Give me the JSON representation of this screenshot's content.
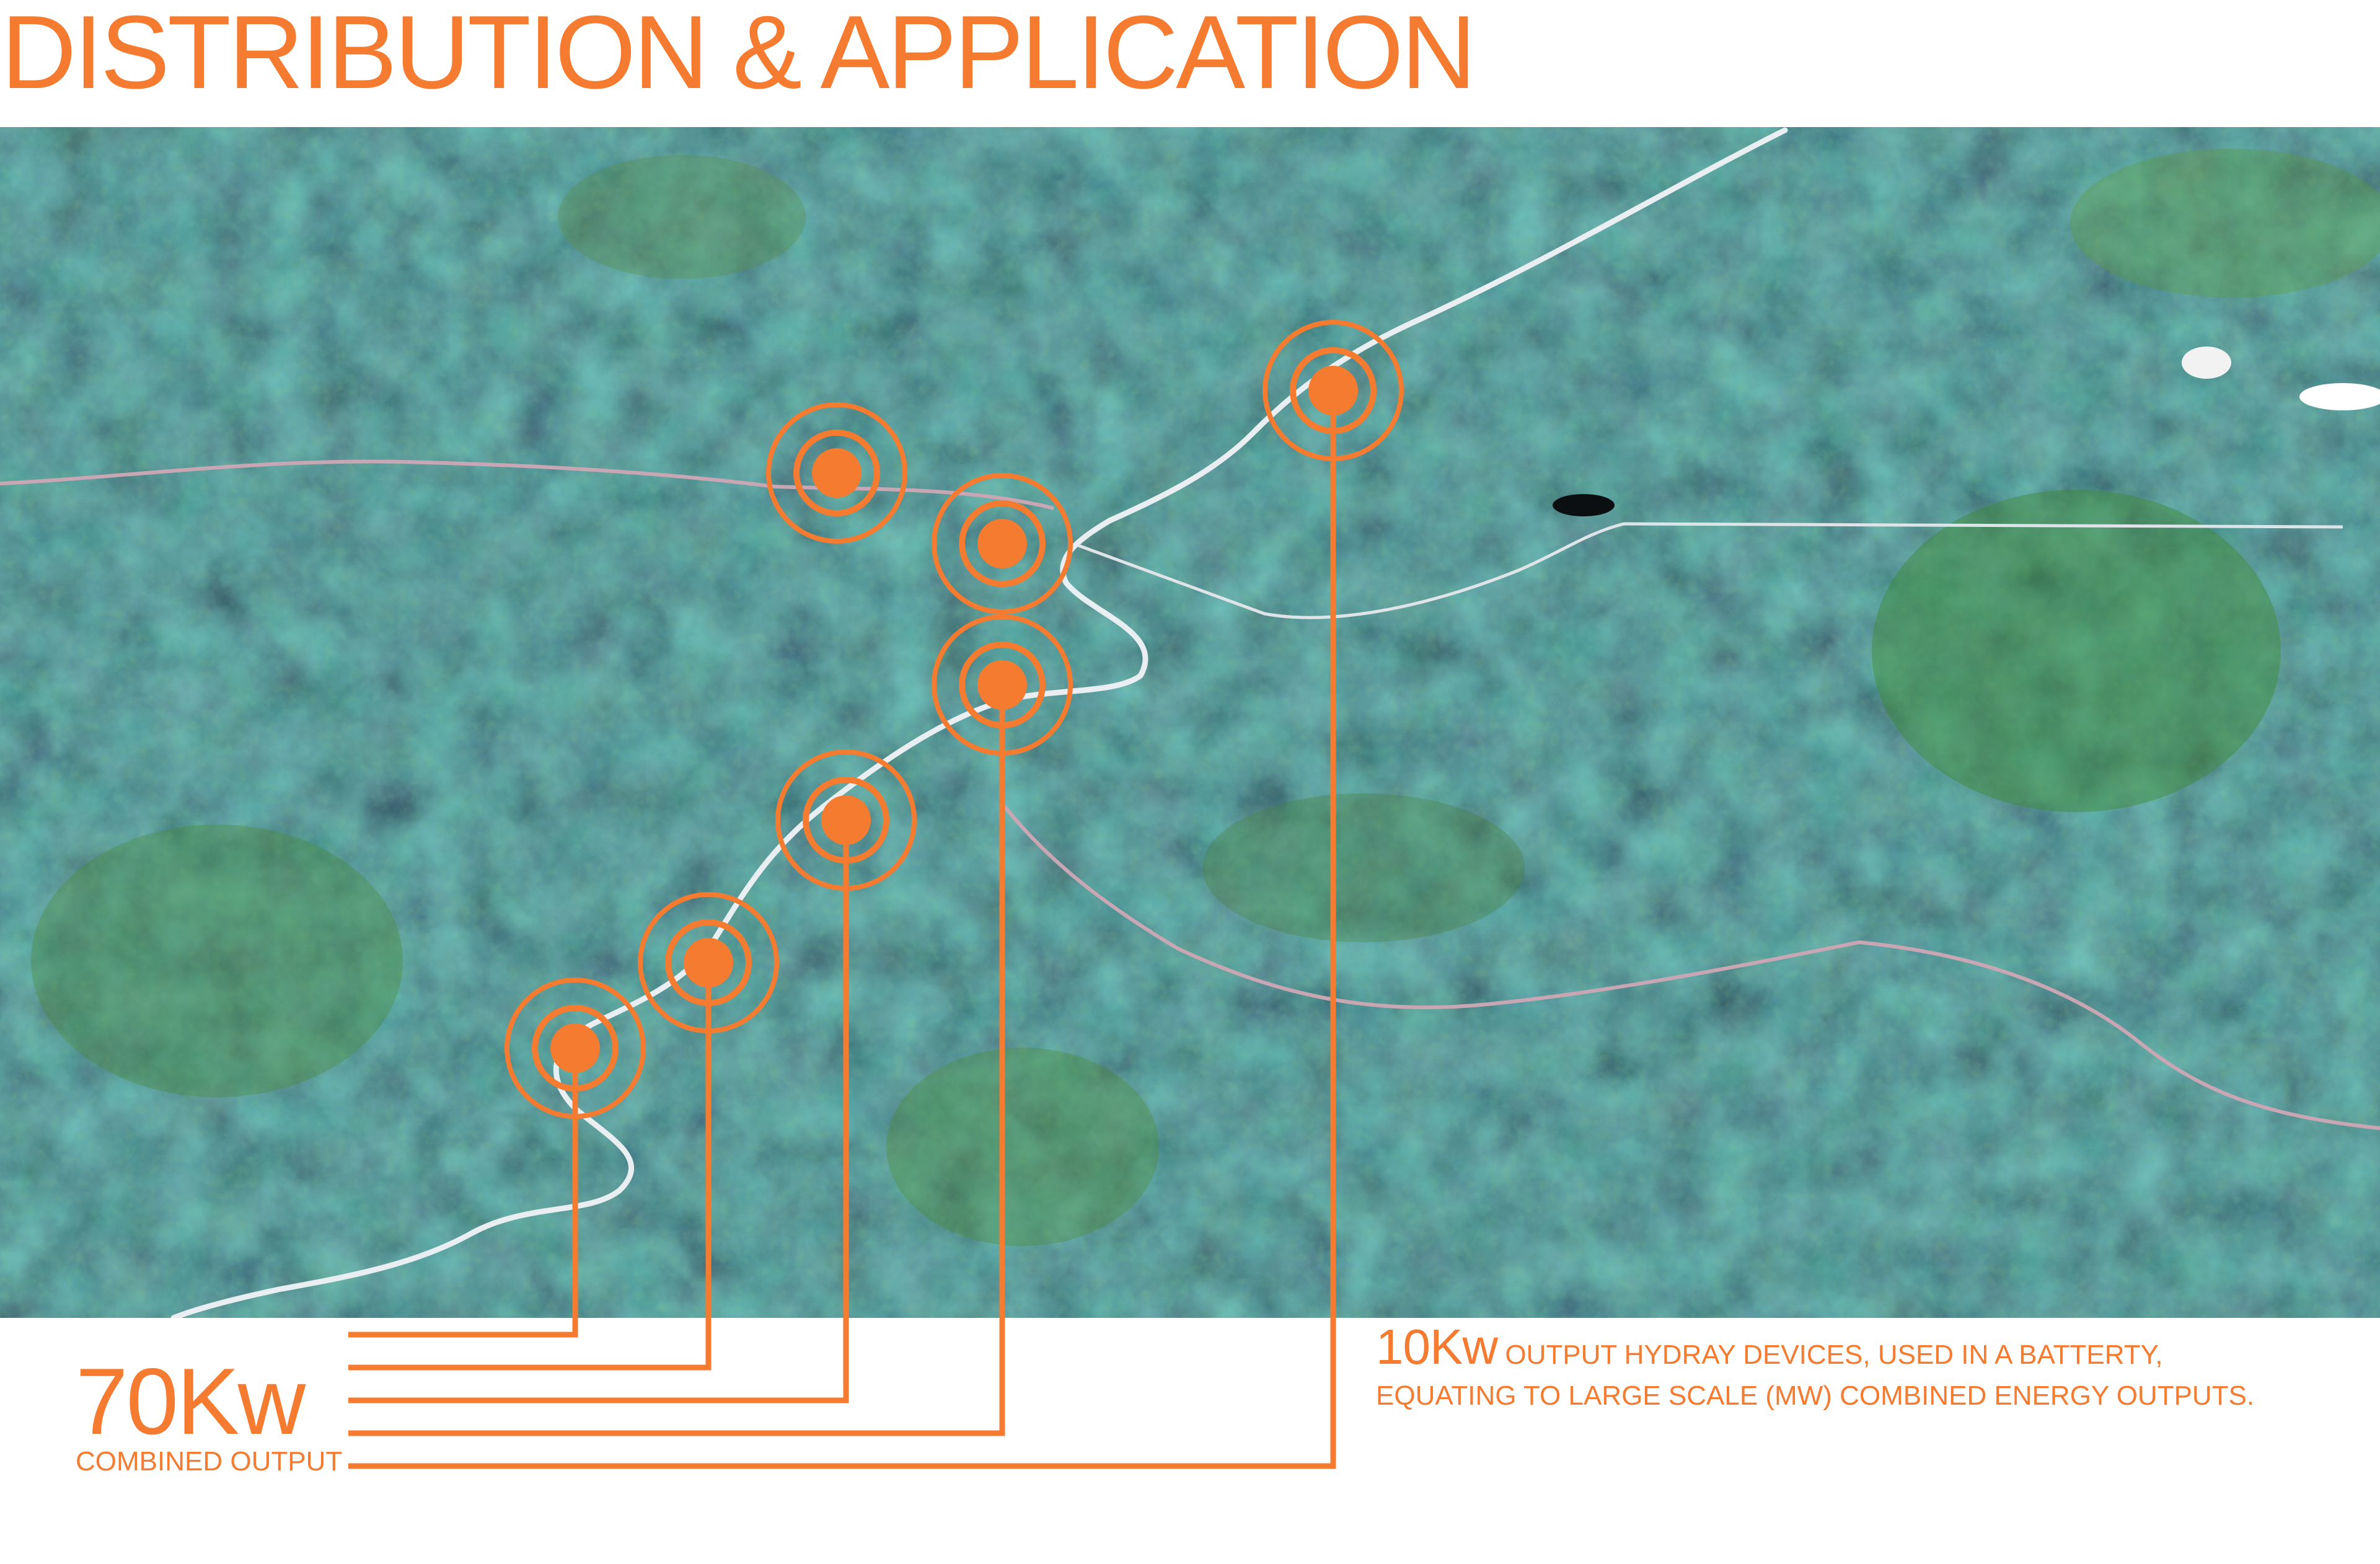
{
  "title": "DISTRIBUTION & APPLICATION",
  "accent_color": "#f47b2f",
  "map": {
    "imagery": "satellite terrain with forested ridges and a winding river",
    "sites_count": 7
  },
  "combined": {
    "value": "70Kw",
    "label": "COMBINED OUTPUT"
  },
  "device_note": {
    "value": "10Kw",
    "line1": "OUTPUT HYDRAY DEVICES, USED IN A BATTERTY,",
    "line2": "EQUATING TO LARGE SCALE (MW) COMBINED ENERGY OUTPUTS."
  }
}
